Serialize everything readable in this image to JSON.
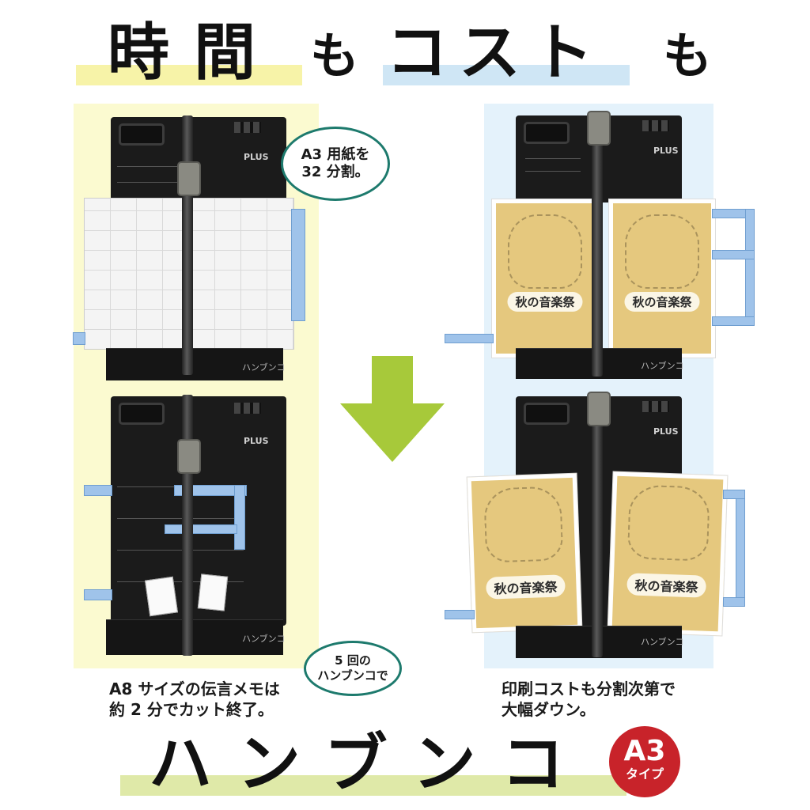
{
  "headline": {
    "part1": "時 間",
    "part2": "も",
    "part3": "コスト",
    "part4": "も",
    "highlight_left_color": "#f7f3a8",
    "highlight_right_color": "#cfe6f5"
  },
  "left_panel": {
    "bg_color": "#fbfad0",
    "bubble": "A3 用紙を\n32 分割。",
    "bubble2": "5 回の\nハンブンコで",
    "caption": "A8 サイズの伝言メモは\n約 2 分でカット終了。"
  },
  "right_panel": {
    "bg_color": "#e4f2fb",
    "caption": "印刷コストも分割次第で\n大幅ダウン。",
    "poster_title": "秋の音楽祭"
  },
  "cutter": {
    "brand": "PLUS",
    "base_label": "ハンブンコ"
  },
  "arrow_color": "#a7c93a",
  "footer": {
    "product": "ハンブンコ",
    "underline_color": "#dfe9a8",
    "badge_main": "A3",
    "badge_sub": "タイプ"
  }
}
